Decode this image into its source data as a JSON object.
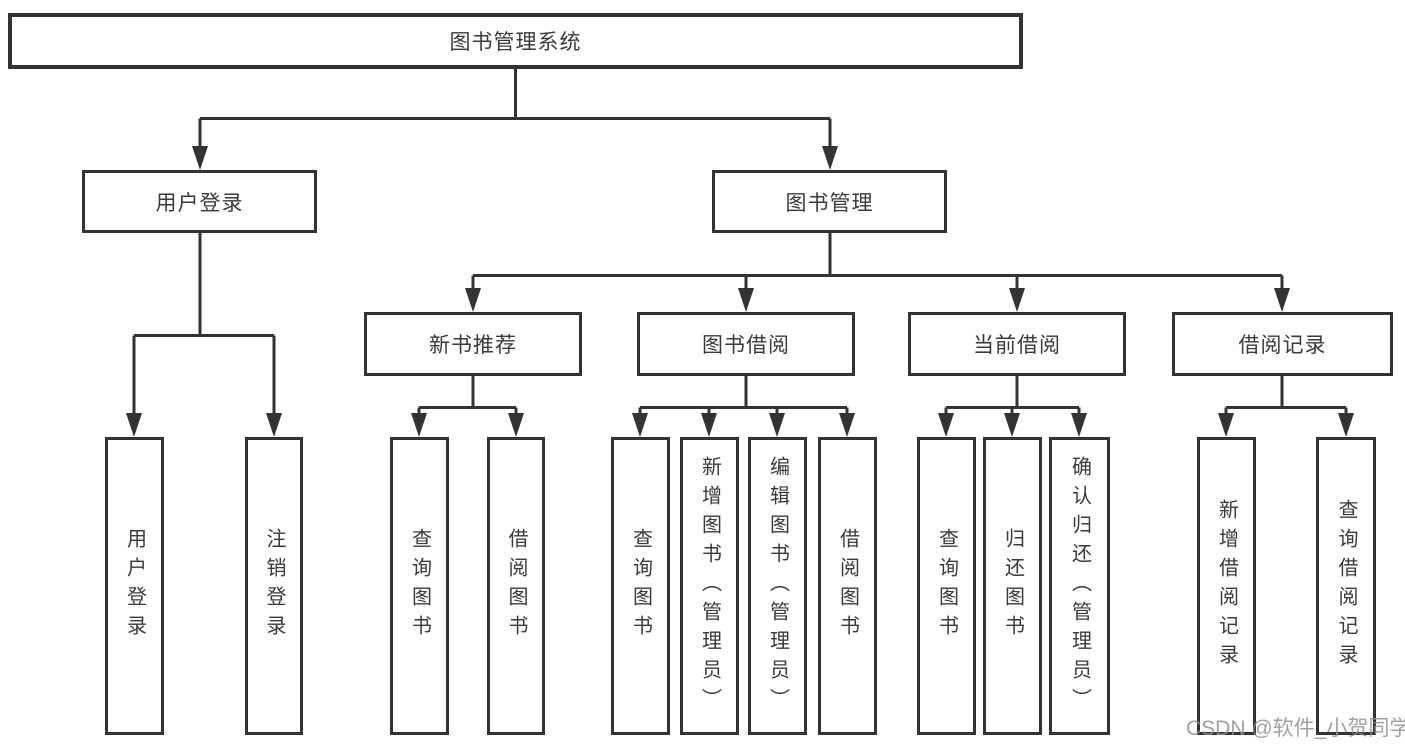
{
  "diagram": {
    "line_color": "#333333",
    "root": {
      "label": "图书管理系统"
    },
    "branches": [
      {
        "label": "用户登录",
        "children": [
          {
            "label": "用户登录"
          },
          {
            "label": "注销登录"
          }
        ]
      },
      {
        "label": "图书管理",
        "children": [
          {
            "label": "新书推荐",
            "children": [
              {
                "label": "查询图书"
              },
              {
                "label": "借阅图书"
              }
            ]
          },
          {
            "label": "图书借阅",
            "children": [
              {
                "label": "查询图书"
              },
              {
                "label": "新增图书（管理员）"
              },
              {
                "label": "编辑图书（管理员）"
              },
              {
                "label": "借阅图书"
              }
            ]
          },
          {
            "label": "当前借阅",
            "children": [
              {
                "label": "查询图书"
              },
              {
                "label": "归还图书"
              },
              {
                "label": "确认归还（管理员）"
              }
            ]
          },
          {
            "label": "借阅记录",
            "children": [
              {
                "label": "新增借阅记录"
              },
              {
                "label": "查询借阅记录"
              }
            ]
          }
        ]
      }
    ]
  },
  "watermark": {
    "label": "CSDN @软件_小贺同学"
  }
}
